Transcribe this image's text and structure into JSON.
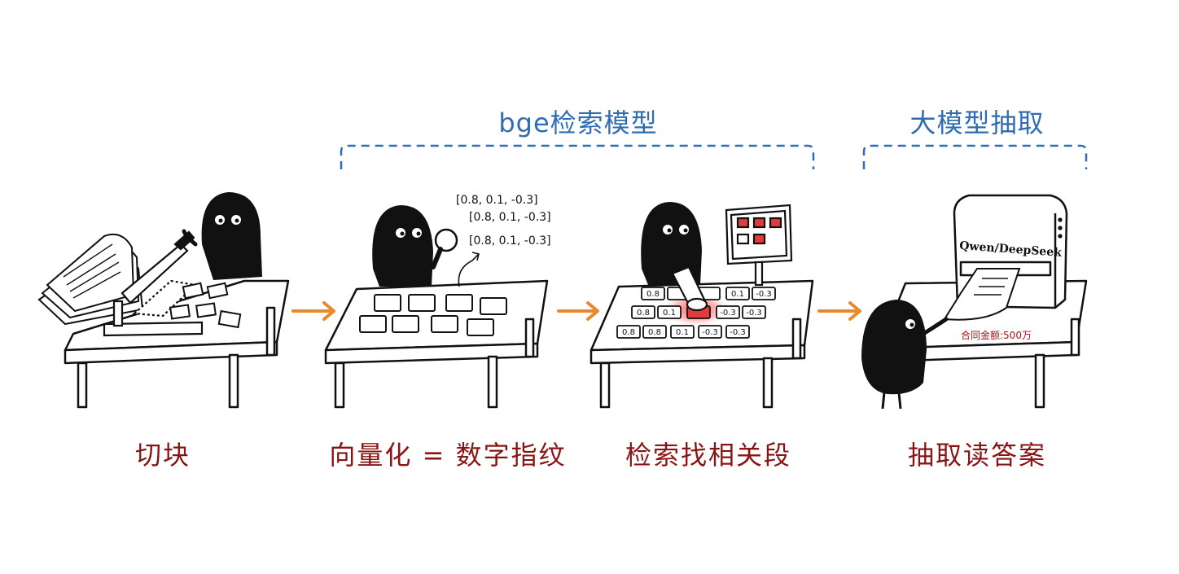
{
  "groups": [
    {
      "label": "bge检索模型"
    },
    {
      "label": "大模型抽取"
    }
  ],
  "steps": [
    {
      "label": "切块"
    },
    {
      "label": "向量化 = 数字指纹"
    },
    {
      "label": "检索找相关段"
    },
    {
      "label": "抽取读答案"
    }
  ],
  "vectors": [
    "[0.8, 0.1, -0.3]",
    "[0.8, 0.1, -0.3]",
    "[0.8, 0.1, -0.3]"
  ],
  "grid_cells": [
    [
      "0.8",
      "",
      "",
      "0.1",
      "-0.3"
    ],
    [
      "0.8",
      "0.1",
      "",
      "-0.3",
      "-0.3"
    ],
    [
      "0.8",
      "0.8",
      "0.1",
      "-0.3",
      "-0.3"
    ]
  ],
  "printer": {
    "label": "Qwen/DeepSeek"
  },
  "output": {
    "text": "合同金额:500万"
  },
  "colors": {
    "group": "#2f6db3",
    "step": "#8a1414",
    "arrow": "#e8892e",
    "highlight": "#e33b3b"
  }
}
